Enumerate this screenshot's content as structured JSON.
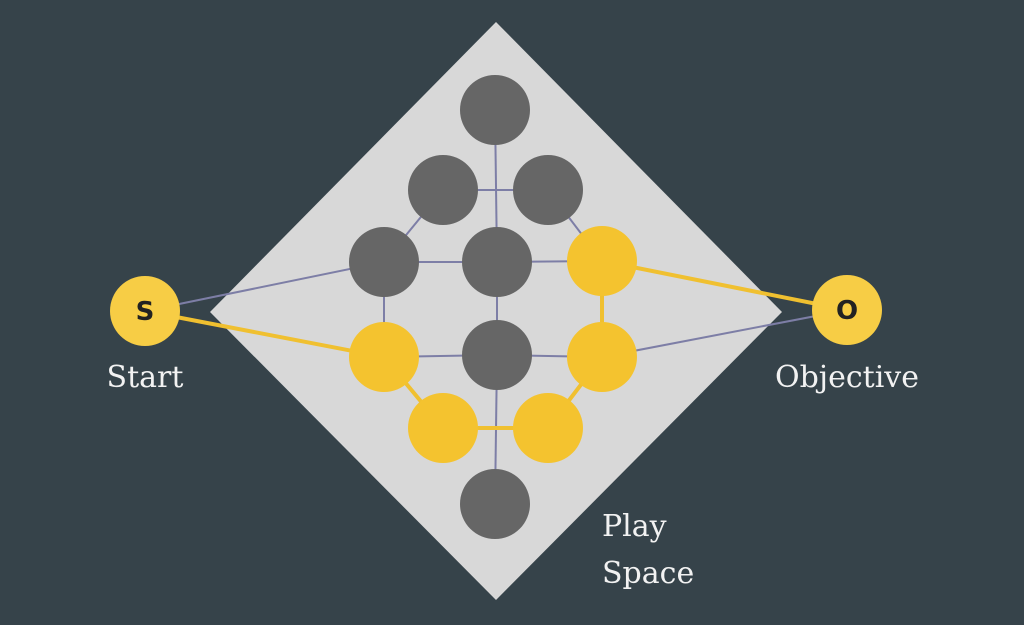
{
  "diagram": {
    "start": {
      "letter": "S",
      "label": "Start"
    },
    "objective": {
      "letter": "O",
      "label": "Objective"
    },
    "play_space": {
      "line1": "Play",
      "line2": "Space"
    },
    "colors": {
      "background": "#36434a",
      "play_space": "#d8d8d8",
      "node_gray": "#666666",
      "node_yellow": "#f4c32f",
      "endpoint_yellow": "#f7cd45",
      "path_yellow": "#f0c030",
      "connector": "#7d7ea6"
    },
    "nodes": [
      {
        "id": "n-top",
        "state": "inactive"
      },
      {
        "id": "n-upper-left",
        "state": "inactive"
      },
      {
        "id": "n-upper-right",
        "state": "inactive"
      },
      {
        "id": "n-mid-left",
        "state": "inactive"
      },
      {
        "id": "n-mid-center",
        "state": "inactive"
      },
      {
        "id": "n-mid-right",
        "state": "on-path"
      },
      {
        "id": "n-lower-left",
        "state": "on-path"
      },
      {
        "id": "n-lower-center",
        "state": "inactive"
      },
      {
        "id": "n-lower-right",
        "state": "on-path"
      },
      {
        "id": "n-bottom-left",
        "state": "on-path"
      },
      {
        "id": "n-bottom-right",
        "state": "on-path"
      },
      {
        "id": "n-base",
        "state": "inactive"
      }
    ],
    "edges": [
      [
        "n-top",
        "n-mid-center"
      ],
      [
        "n-upper-left",
        "n-upper-right"
      ],
      [
        "n-upper-left",
        "n-mid-left"
      ],
      [
        "n-upper-right",
        "n-mid-right"
      ],
      [
        "n-mid-left",
        "n-mid-center"
      ],
      [
        "n-mid-center",
        "n-mid-right"
      ],
      [
        "n-mid-left",
        "n-lower-left"
      ],
      [
        "n-mid-center",
        "n-lower-center"
      ],
      [
        "n-lower-left",
        "n-lower-center"
      ],
      [
        "n-lower-center",
        "n-lower-right"
      ],
      [
        "n-lower-center",
        "n-base"
      ],
      [
        "start",
        "n-mid-left"
      ],
      [
        "n-lower-right",
        "objective"
      ]
    ],
    "highlighted_path": [
      "start",
      "n-lower-left",
      "n-bottom-left",
      "n-bottom-right",
      "n-lower-right",
      "n-mid-right",
      "objective"
    ]
  }
}
